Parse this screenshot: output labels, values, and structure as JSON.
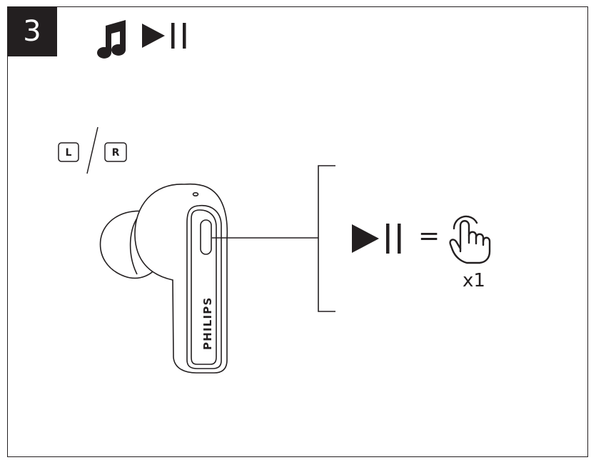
{
  "step": {
    "number": "3"
  },
  "header_icons": [
    "music-note-icon",
    "play-pause-icon"
  ],
  "earbud": {
    "side_labels": {
      "left": "L",
      "right": "R"
    },
    "brand": "PHILIPS"
  },
  "gesture": {
    "action_icon": "play-pause-icon",
    "equals": "=",
    "gesture_icon": "tap-finger-icon",
    "tap_count": "x1"
  },
  "colors": {
    "ink": "#231f20",
    "background": "#ffffff"
  }
}
